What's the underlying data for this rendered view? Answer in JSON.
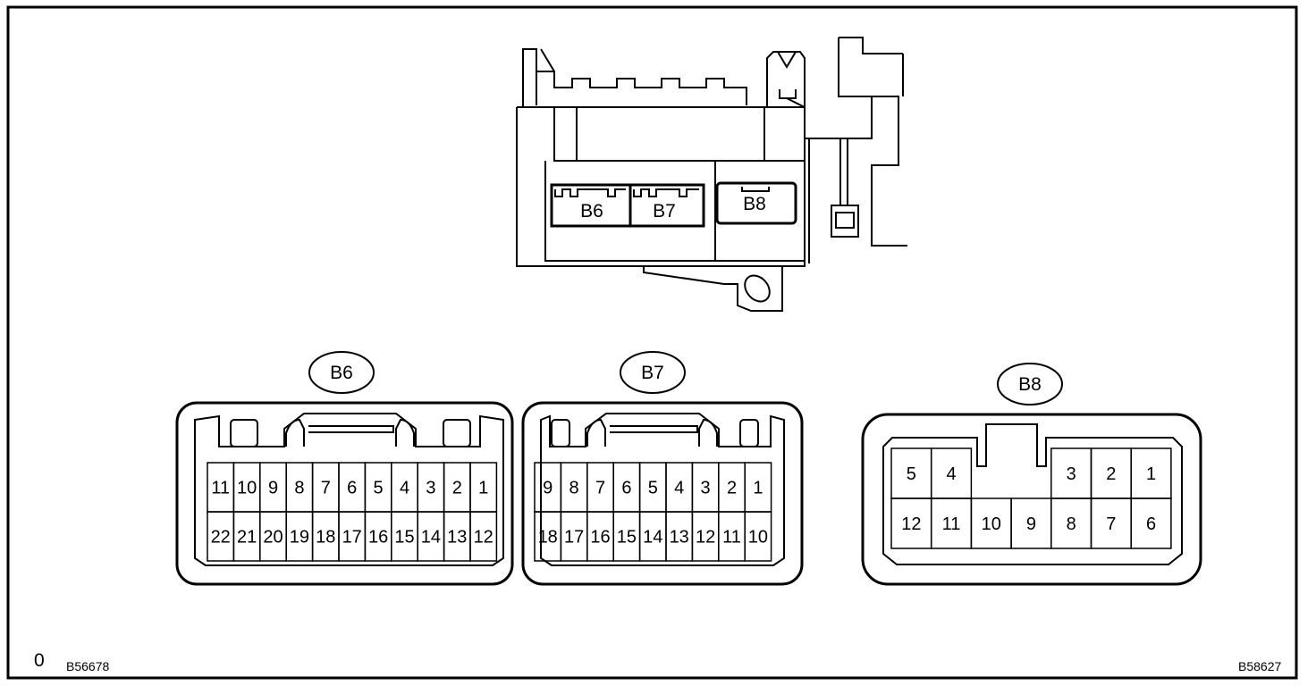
{
  "figure_index": "0",
  "figure_code_left": "B56678",
  "figure_code_right": "B58627",
  "colors": {
    "line": "#000000",
    "background": "#ffffff"
  },
  "component_labels": [
    "B6",
    "B7",
    "B8"
  ],
  "connectors": [
    {
      "id": "B6",
      "label": "B6",
      "top_row": [
        "11",
        "10",
        "9",
        "8",
        "7",
        "6",
        "5",
        "4",
        "3",
        "2",
        "1"
      ],
      "bottom_row": [
        "22",
        "21",
        "20",
        "19",
        "18",
        "17",
        "16",
        "15",
        "14",
        "13",
        "12"
      ]
    },
    {
      "id": "B7",
      "label": "B7",
      "top_row": [
        "9",
        "8",
        "7",
        "6",
        "5",
        "4",
        "3",
        "2",
        "1"
      ],
      "bottom_row": [
        "18",
        "17",
        "16",
        "15",
        "14",
        "13",
        "12",
        "11",
        "10"
      ]
    },
    {
      "id": "B8",
      "label": "B8",
      "top_row": [
        "5",
        "4",
        "",
        "",
        "3",
        "2",
        "1"
      ],
      "bottom_row": [
        "12",
        "11",
        "10",
        "9",
        "8",
        "7",
        "6"
      ]
    }
  ]
}
